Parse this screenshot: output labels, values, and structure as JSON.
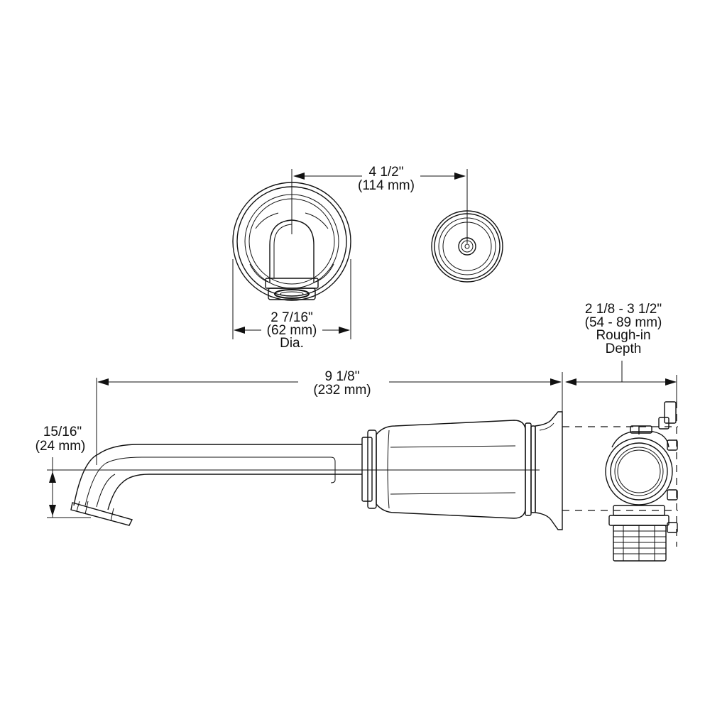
{
  "dimensions": {
    "handle_spacing": {
      "imperial": "4 1/2\"",
      "metric": "(114 mm)"
    },
    "escutcheon_diameter": {
      "imperial": "2 7/16\"",
      "metric": "(62 mm)",
      "note": "Dia."
    },
    "rough_in_depth": {
      "imperial": "2 1/8 - 3 1/2\"",
      "metric": "(54 - 89 mm)",
      "line3": "Rough-in",
      "line4": "Depth"
    },
    "spout_length": {
      "imperial": "9 1/8\"",
      "metric": "(232 mm)"
    },
    "spout_height": {
      "imperial": "15/16\"",
      "metric": "(24 mm)"
    }
  },
  "colors": {
    "line": "#111111",
    "background": "#ffffff"
  }
}
